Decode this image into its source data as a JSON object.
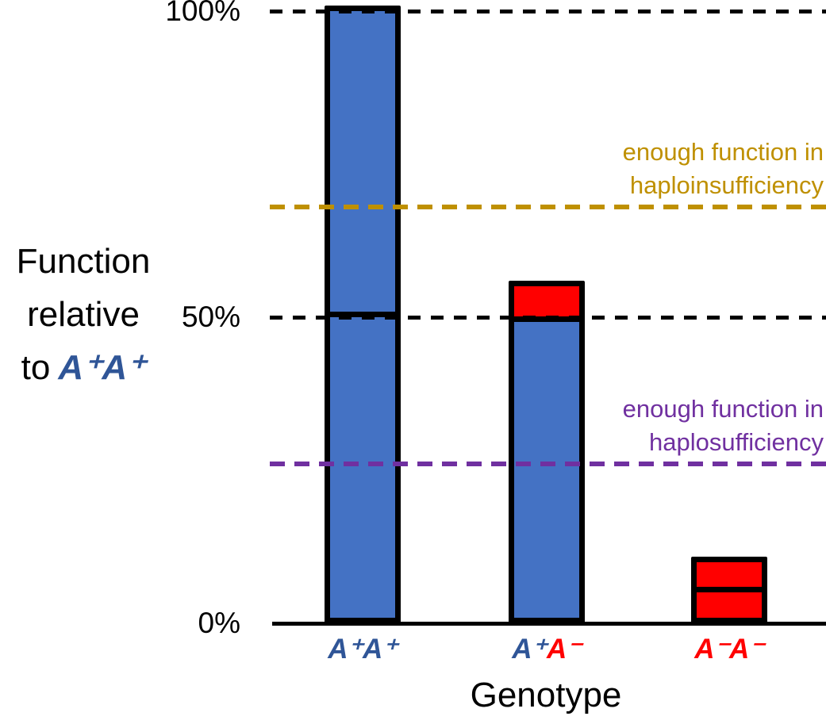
{
  "page": {
    "background": "#FFFFFF"
  },
  "y_title": {
    "line1": "Function",
    "line2": "relative",
    "line3_prefix": "to",
    "line3_genotype": "A⁺A⁺",
    "genotype_color": "#2F5597"
  },
  "annotations": {
    "haploinsufficiency": {
      "line1": "enough function in",
      "line2": "haploinsufficiency",
      "value": 68,
      "color": "#BF9000"
    },
    "haplosufficiency": {
      "line1": "enough function in",
      "line2": "haplosufficiency",
      "value": 26,
      "color": "#7030A0"
    }
  },
  "x_labels": [
    {
      "parts": [
        {
          "text": "A⁺A⁺",
          "color": "#2F5597"
        }
      ]
    },
    {
      "parts": [
        {
          "text": "A⁺",
          "color": "#2F5597"
        },
        {
          "text": "A⁻",
          "color": "#FF0000"
        }
      ]
    },
    {
      "parts": [
        {
          "text": "A⁻A⁻",
          "color": "#FF0000"
        }
      ]
    }
  ],
  "chart_data": {
    "type": "bar",
    "subtype": "stacked-allele-segments",
    "title": "",
    "xlabel": "Genotype",
    "ylabel": "Function relative to A⁺A⁺",
    "ylim": [
      0,
      100
    ],
    "grid": false,
    "legend": "none",
    "yticks": [
      {
        "value": 100,
        "label": "100%"
      },
      {
        "value": 50,
        "label": "50%"
      },
      {
        "value": 0,
        "label": "0%"
      }
    ],
    "categories": [
      "A⁺A⁺",
      "A⁺A⁻",
      "A⁻A⁻"
    ],
    "bars": [
      {
        "category": "A⁺A⁺",
        "total": 100,
        "segments": [
          {
            "allele": "A⁺",
            "value": 50,
            "color": "#4472C4"
          },
          {
            "allele": "A⁺",
            "value": 50,
            "color": "#4472C4"
          }
        ]
      },
      {
        "category": "A⁺A⁻",
        "total": 55,
        "segments": [
          {
            "allele": "A⁺",
            "value": 50,
            "color": "#4472C4"
          },
          {
            "allele": "A⁻",
            "value": 5,
            "color": "#FF0000"
          }
        ]
      },
      {
        "category": "A⁻A⁻",
        "total": 10,
        "segments": [
          {
            "allele": "A⁻",
            "value": 5,
            "color": "#FF0000"
          },
          {
            "allele": "A⁻",
            "value": 5,
            "color": "#FF0000"
          }
        ]
      }
    ],
    "reference_lines": [
      {
        "value": 100,
        "color": "#000000",
        "style": "dashed",
        "label": ""
      },
      {
        "value": 68,
        "color": "#BF9000",
        "style": "dashed",
        "label": "enough function in haploinsufficiency"
      },
      {
        "value": 50,
        "color": "#000000",
        "style": "dashed",
        "label": ""
      },
      {
        "value": 26,
        "color": "#7030A0",
        "style": "dashed",
        "label": "enough function in haplosufficiency"
      }
    ]
  }
}
